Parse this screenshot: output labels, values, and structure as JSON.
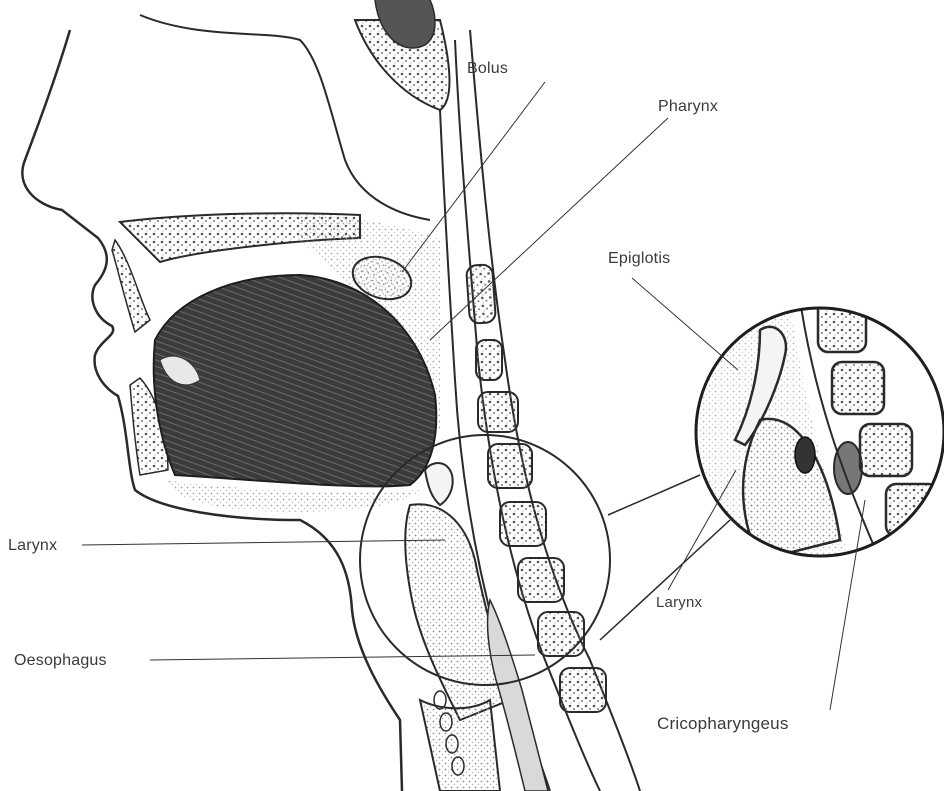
{
  "labels": {
    "bolus": "Bolus",
    "pharynx": "Pharynx",
    "epiglottis": "Epiglotis",
    "larynx_left": "Larynx",
    "oesophagus": "Oesophagus",
    "larynx_right": "Larynx",
    "cricopharyngeus": "Cricopharyngeus"
  },
  "colors": {
    "ink": "#2a2a2a",
    "stipple": "#9a9a9a",
    "tongue": "#3b3b3b",
    "background": "#ffffff"
  }
}
